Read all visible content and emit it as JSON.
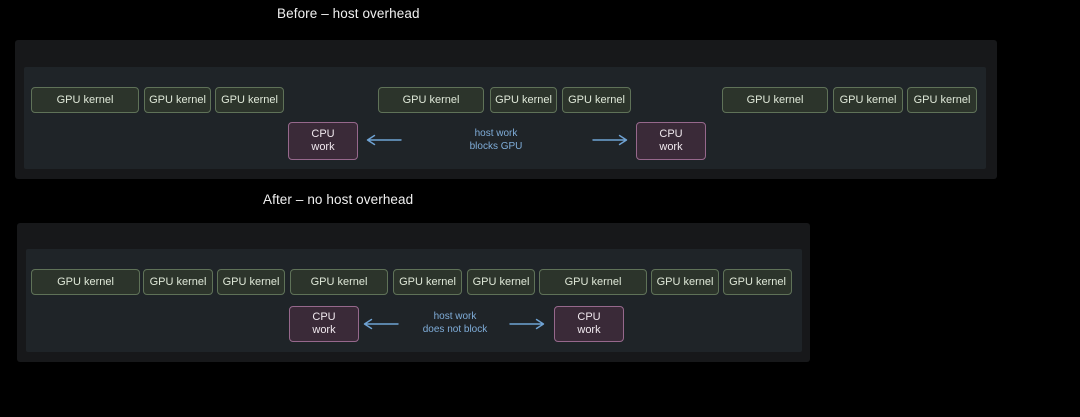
{
  "before": {
    "title": "Before – host overhead",
    "annotation": {
      "line1": "host work",
      "line2": "blocks GPU"
    }
  },
  "after": {
    "title": "After – no host overhead",
    "annotation": {
      "line1": "host work",
      "line2": "does not block"
    }
  },
  "labels": {
    "gpu_kernel": "GPU kernel",
    "cpu_work_line1": "CPU",
    "cpu_work_line2": "work"
  },
  "colors": {
    "background": "#000000",
    "title_text": "#f0f0f0",
    "panel_outer": "#17181a",
    "panel_inner": "#1f2428",
    "gpu_kernel_fill": "#2c342b",
    "gpu_kernel_border": "#5f7258",
    "gpu_kernel_text": "#dfe8d8",
    "cpu_work_fill": "#3a2a38",
    "cpu_work_border": "#96688c",
    "cpu_work_text": "#f0e8ee",
    "arrow": "#6fa3d4",
    "annotation_text": "#7fadd9"
  }
}
